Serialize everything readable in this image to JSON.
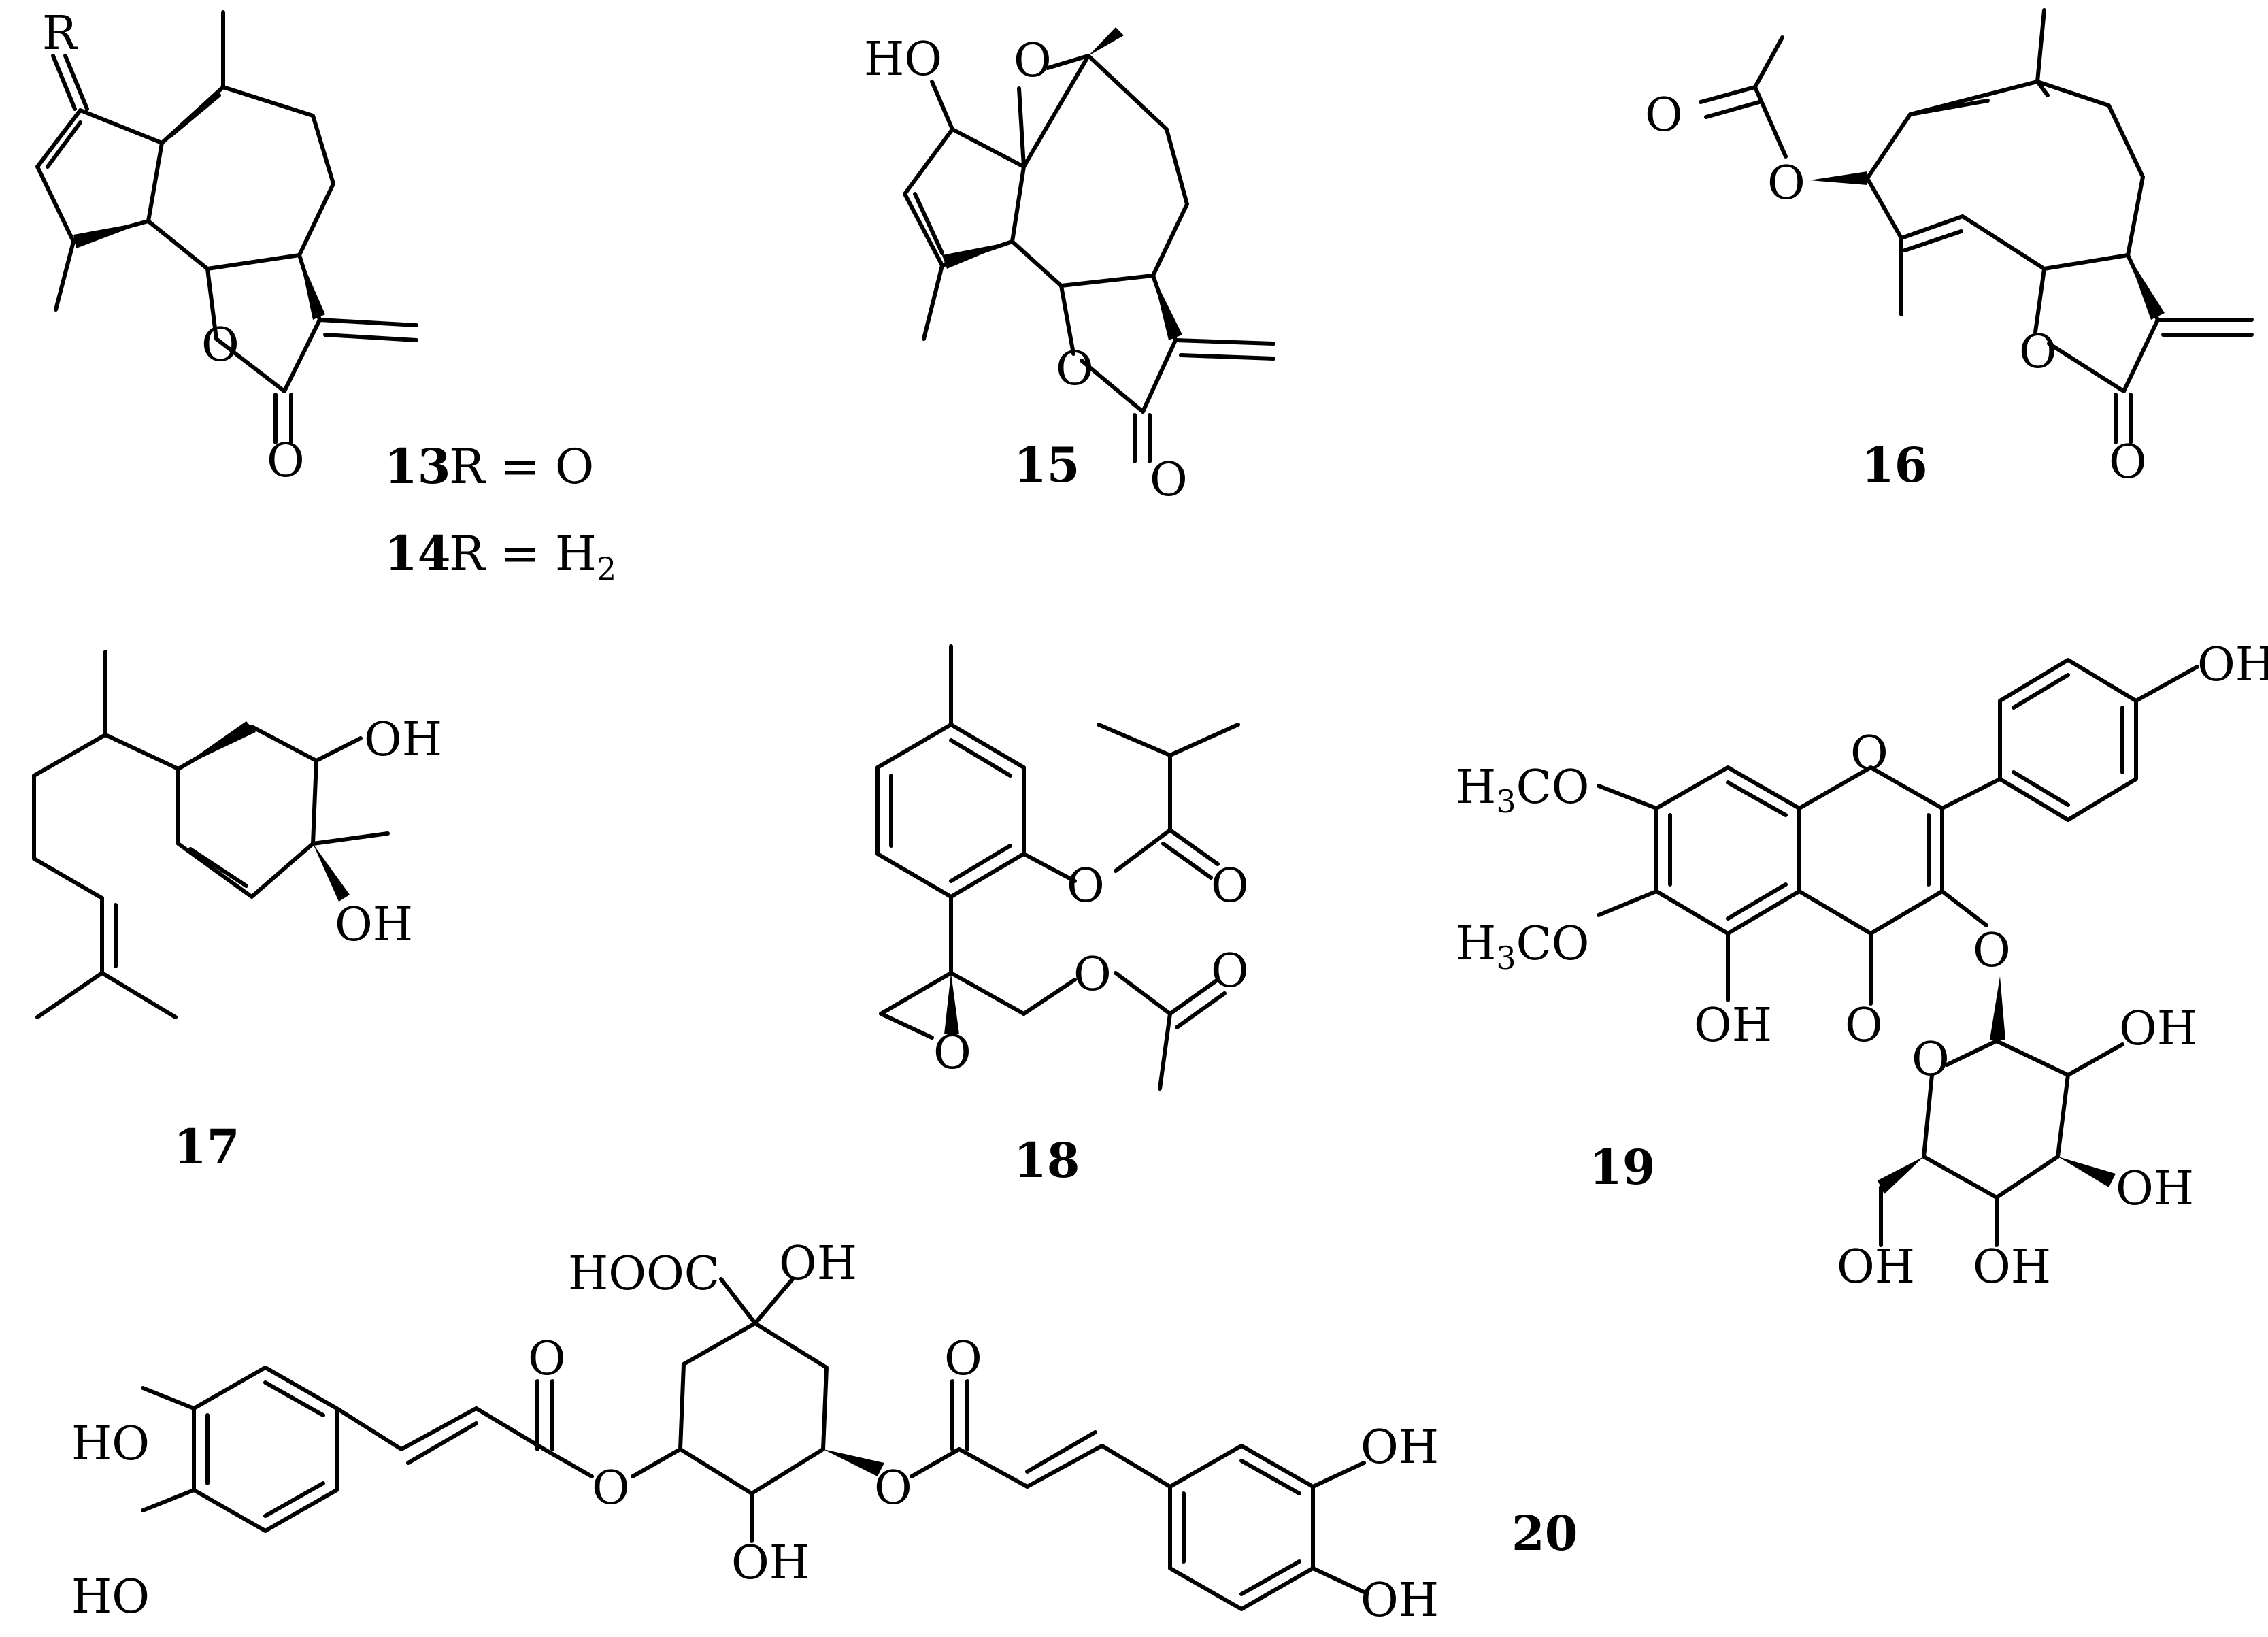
{
  "atoms": {
    "R": "R",
    "O": "O",
    "HO": "HO",
    "OH": "OH",
    "H3CO_main": "H",
    "H3CO_sub": "3",
    "H3CO_end": "CO",
    "HOOC": "HOOC",
    "H2_main": "H",
    "H2_sub": "2"
  },
  "compounds": {
    "c13": {
      "number": "13",
      "substituent": "R = O"
    },
    "c14": {
      "number": "14",
      "substituent": "R = "
    },
    "c15": {
      "number": "15"
    },
    "c16": {
      "number": "16"
    },
    "c17": {
      "number": "17"
    },
    "c18": {
      "number": "18"
    },
    "c19": {
      "number": "19"
    },
    "c20": {
      "number": "20"
    }
  }
}
